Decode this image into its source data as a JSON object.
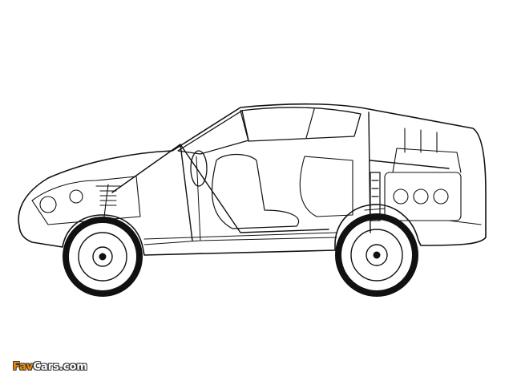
{
  "illustration": {
    "subject": "car-cutaway",
    "ink_color": "#111111",
    "background_color": "#ffffff"
  },
  "watermark": {
    "brand_prefix": "Fav",
    "brand_suffix": "Cars.com",
    "prefix_color": "#f08a00",
    "suffix_color": "#ffffff"
  }
}
